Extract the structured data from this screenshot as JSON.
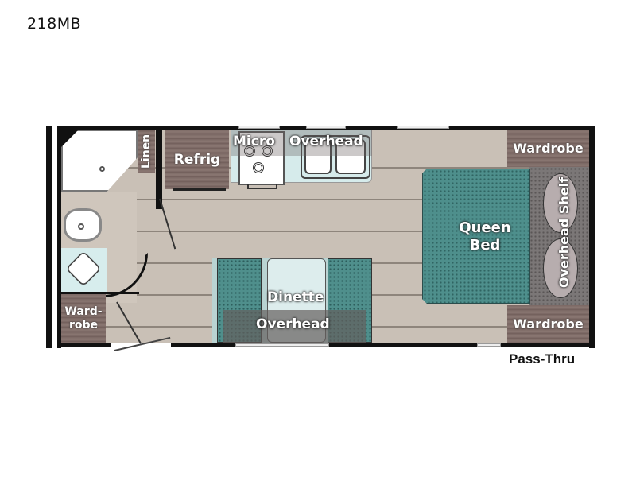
{
  "model": {
    "title": "218MB"
  },
  "floorplan": {
    "labels": {
      "linen": "Linen",
      "refrig": "Refrig",
      "micro": "Micro",
      "kitchen_overhead": "Overhead",
      "wardrobe_bath": "Ward-\nrobe",
      "wardrobe_bath_line1": "Ward-",
      "wardrobe_bath_line2": "robe",
      "dinette": "Dinette",
      "dinette_overhead": "Overhead",
      "queen_bed_line1": "Queen",
      "queen_bed_line2": "Bed",
      "wardrobe_top": "Wardrobe",
      "wardrobe_bottom": "Wardrobe",
      "overhead_shelf": "Overhead Shelf",
      "pass_thru": "Pass-Thru"
    },
    "colors": {
      "floor": "#c9c0b6",
      "wall": "#111111",
      "wood_cabinet": "#7d6a66",
      "upholstery_teal": "#4e8f8c",
      "counter": "#d6ebeb"
    }
  }
}
